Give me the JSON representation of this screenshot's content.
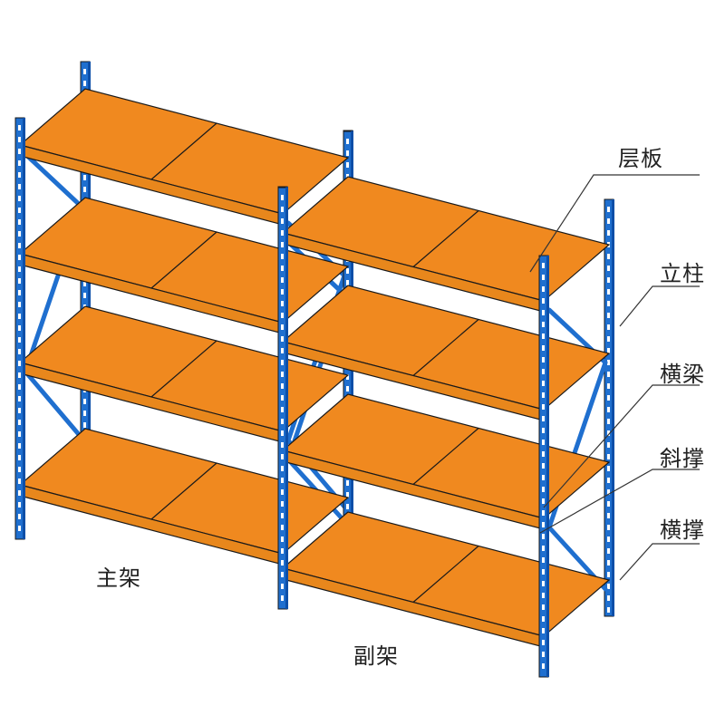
{
  "labels": {
    "shelf": "层板",
    "upright": "立柱",
    "beam": "横梁",
    "diagonal_brace": "斜撑",
    "horizontal_brace": "横撑",
    "main_rack": "主架",
    "sub_rack": "副架"
  },
  "colors": {
    "shelf_top": "#f0891f",
    "shelf_front": "#e8871c",
    "upright": "#1f6fcf",
    "upright_dark": "#0d4fa8",
    "slot": "#ffffff",
    "outline": "#1a1a1a",
    "leader": "#333333"
  }
}
